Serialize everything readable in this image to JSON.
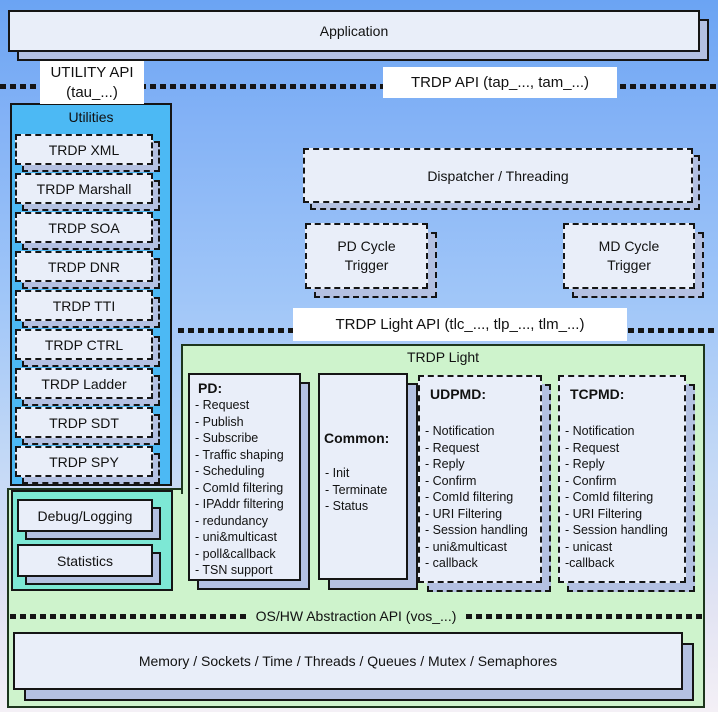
{
  "diagram": {
    "application": "Application",
    "api_labels": {
      "utility_line1": "UTILITY API",
      "utility_line2": "(tau_...)",
      "trdp": "TRDP API (tap_..., tam_...)",
      "trdp_light": "TRDP Light API (tlc_..., tlp_..., tlm_...)",
      "os_hw": "OS/HW Abstraction API (vos_...)"
    },
    "utilities": {
      "title": "Utilities",
      "items": [
        "TRDP XML",
        "TRDP Marshall",
        "TRDP SOA",
        "TRDP DNR",
        "TRDP TTI",
        "TRDP CTRL",
        "TRDP Ladder",
        "TRDP SDT",
        "TRDP SPY"
      ],
      "debug": "Debug/Logging",
      "statistics": "Statistics"
    },
    "middleware": {
      "dispatcher": "Dispatcher / Threading",
      "pd_cycle": "PD Cycle Trigger",
      "md_cycle": "MD Cycle Trigger"
    },
    "trdp_light": {
      "title": "TRDP Light",
      "pd": {
        "header": "PD:",
        "items": [
          "- Request",
          "- Publish",
          "- Subscribe",
          "- Traffic shaping",
          "- Scheduling",
          "- ComId filtering",
          "- IPAddr filtering",
          "- redundancy",
          "- uni&multicast",
          "- poll&callback",
          "- TSN support"
        ]
      },
      "common": {
        "header": "Common:",
        "items": [
          "- Init",
          "- Terminate",
          "- Status"
        ]
      },
      "udpmd": {
        "header": "UDPMD:",
        "items": [
          "- Notification",
          "- Request",
          "- Reply",
          "- Confirm",
          "- ComId filtering",
          "- URI Filtering",
          "- Session handling",
          "- uni&multicast",
          "- callback"
        ]
      },
      "tcpmd": {
        "header": "TCPMD:",
        "items": [
          "- Notification",
          "- Request",
          "- Reply",
          "- Confirm",
          "- ComId filtering",
          "- URI Filtering",
          "- Session handling",
          "- unicast",
          "-callback"
        ]
      }
    },
    "os_layer": "Memory / Sockets / Time / Threads / Queues / Mutex / Semaphores",
    "colors": {
      "background_top": "#6ba4f3",
      "background_bottom": "#f4f0f6",
      "utilities_panel": "#4cb9f4",
      "debug_panel": "#7de8d5",
      "trdp_light_panel": "#cef3cc",
      "box_face": "#e9eef9",
      "box_shadow": "#b4c1e2",
      "border": "#151515"
    }
  }
}
